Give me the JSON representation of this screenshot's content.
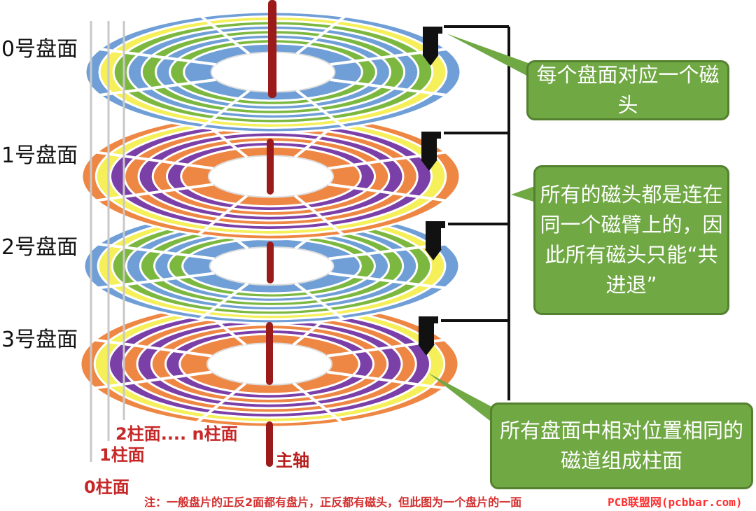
{
  "platters": [
    {
      "label": "0号盘面",
      "colors": [
        "#6f9fd6",
        "#f5ef5a",
        "#7cb83f"
      ]
    },
    {
      "label": "1号盘面",
      "colors": [
        "#ee8743",
        "#f5ef5a",
        "#7b3fa8"
      ]
    },
    {
      "label": "2号盘面",
      "colors": [
        "#6f9fd6",
        "#f5ef5a",
        "#7cb83f"
      ]
    },
    {
      "label": "3号盘面",
      "colors": [
        "#ee8743",
        "#f5ef5a",
        "#7b3fa8"
      ]
    }
  ],
  "cylinders": {
    "c0": "0柱面",
    "c1": "1柱面",
    "c2": "2柱面.... n柱面"
  },
  "spindle_label": "主轴",
  "callouts": {
    "head_per_platter": "每个盘面对应一个磁头",
    "shared_arm": "所有的磁头都是连在同一个磁臂上的，因此所有磁头只能“共进退”",
    "cylinder_def": "所有盘面中相对位置相同的磁道组成柱面"
  },
  "note": "注：一般盘片的正反2面都有盘片，正反都有磁头，但此图为一个盘片的一面",
  "watermark": "PCB联盟网(pcbbar.com)",
  "colors": {
    "spindle": "#9b1b1b",
    "callout_fill": "#70a844",
    "callout_border": "#54812f",
    "label_red": "#c62828",
    "cylinder_line": "#c8c8c8"
  }
}
